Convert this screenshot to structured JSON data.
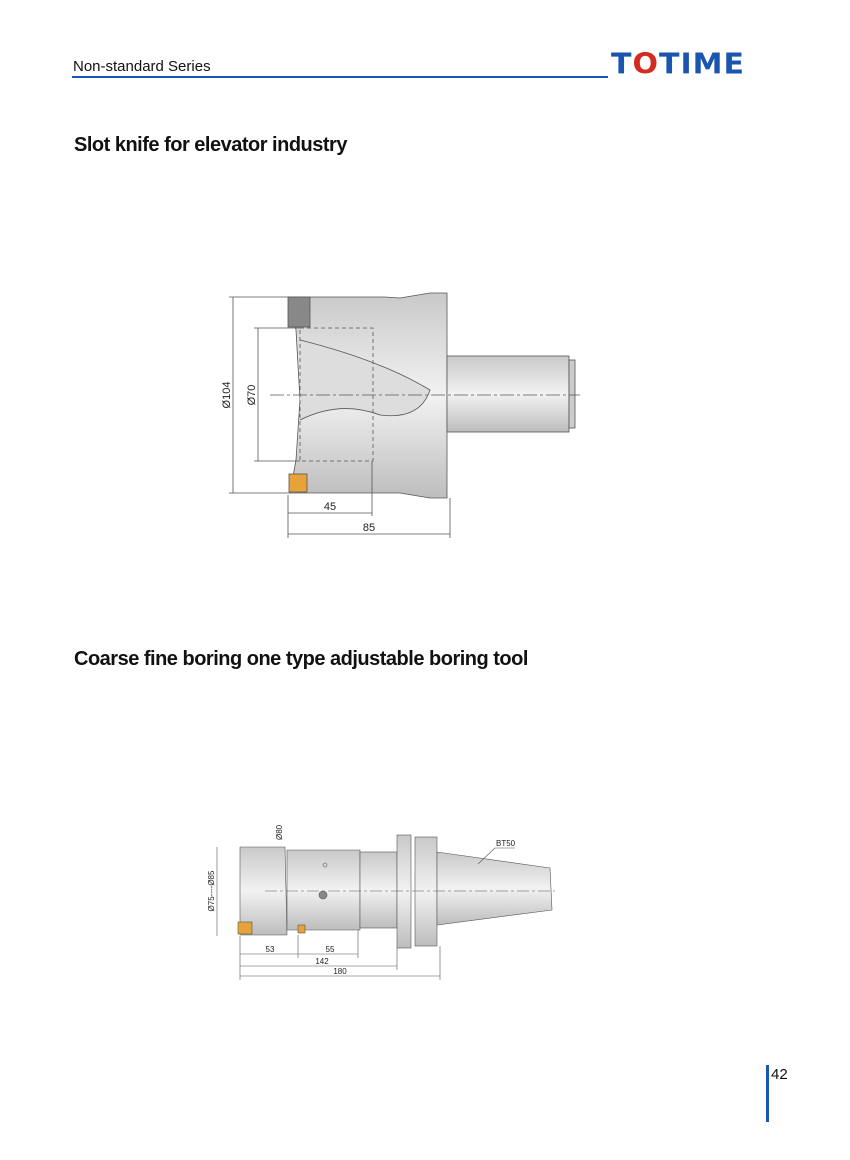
{
  "header": {
    "series": "Non-standard Series",
    "logo": "TOTIME",
    "logo_parts": [
      "T",
      "O",
      "TIME"
    ]
  },
  "sections": [
    {
      "title": "Slot knife for elevator industry",
      "dims": {
        "d1": "Ø104",
        "d2": "Ø70",
        "l1": "45",
        "l2": "85"
      }
    },
    {
      "title": "Coarse fine boring one type adjustable boring tool",
      "dims": {
        "d1": "Ø80",
        "d2": "Ø75----Ø85",
        "l1": "53",
        "l2": "55",
        "l3": "142",
        "l4": "180",
        "label": "BT50"
      }
    }
  ],
  "footer": {
    "page": "42"
  },
  "colors": {
    "brand": "#1a56b0",
    "accent": "#d42a1f",
    "insert": "#e8a23a"
  }
}
